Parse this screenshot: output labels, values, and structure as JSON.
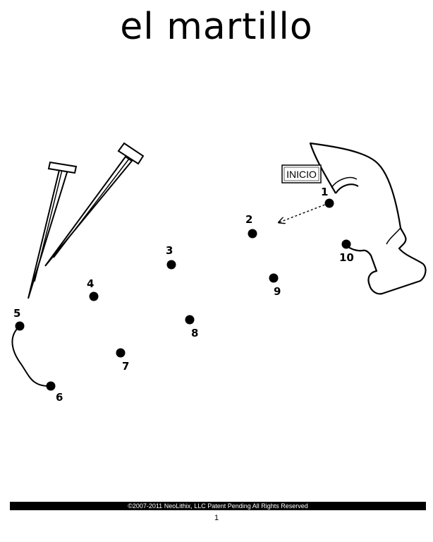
{
  "title": "el martillo",
  "start_label": "INICIO",
  "dots": [
    {
      "label": "1"
    },
    {
      "label": "2"
    },
    {
      "label": "3"
    },
    {
      "label": "4"
    },
    {
      "label": "5"
    },
    {
      "label": "6"
    },
    {
      "label": "7"
    },
    {
      "label": "8"
    },
    {
      "label": "9"
    },
    {
      "label": "10"
    }
  ],
  "footer": {
    "copyright": "©2007-2011  NeoLithix, LLC  Patent Pending  All Rights Reserved",
    "page_number": "1"
  },
  "colors": {
    "ink": "#000000",
    "paper": "#ffffff"
  }
}
